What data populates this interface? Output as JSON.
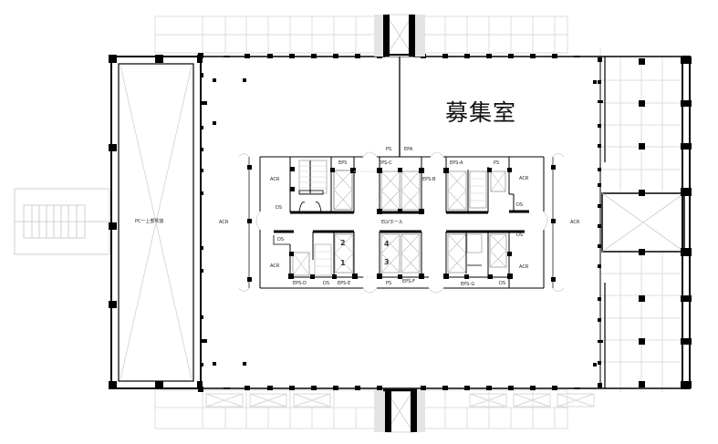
{
  "title": "募集室",
  "colors": {
    "background": "#ffffff",
    "wall": "#000000",
    "grid": "#d8d8d8",
    "thin_line": "#555555",
    "light_fill": "#e6e6e6"
  },
  "labels": {
    "ps_top": "PS",
    "epa_top": "EPA",
    "eps": "EPS",
    "eps_c": "EPS-C",
    "eps_b": "EPS-B",
    "eps_a": "EPS-A",
    "ps_right_top": "PS",
    "acr_left_top": "ACR",
    "acr_right_top": "ACR",
    "ds_left_top": "DS",
    "ds_right_top": "DS",
    "elv_hall": "ELVホール",
    "ds_left_bottom": "DS",
    "ds_right_bottom": "DS",
    "acr_left_bottom": "ACR",
    "acr_right_bottom": "ACR",
    "eps_d": "EPS-D",
    "ds_mid": "DS",
    "eps_e": "EPS-E",
    "ps_bottom": "PS",
    "eps_f": "EPS-F",
    "eps_g": "EPS-G",
    "ds_g": "DS",
    "acr_west": "ACR",
    "acr_east": "ACR",
    "west_void": "PC一上部吹抜"
  },
  "elevators": [
    "1",
    "2",
    "3",
    "4"
  ]
}
